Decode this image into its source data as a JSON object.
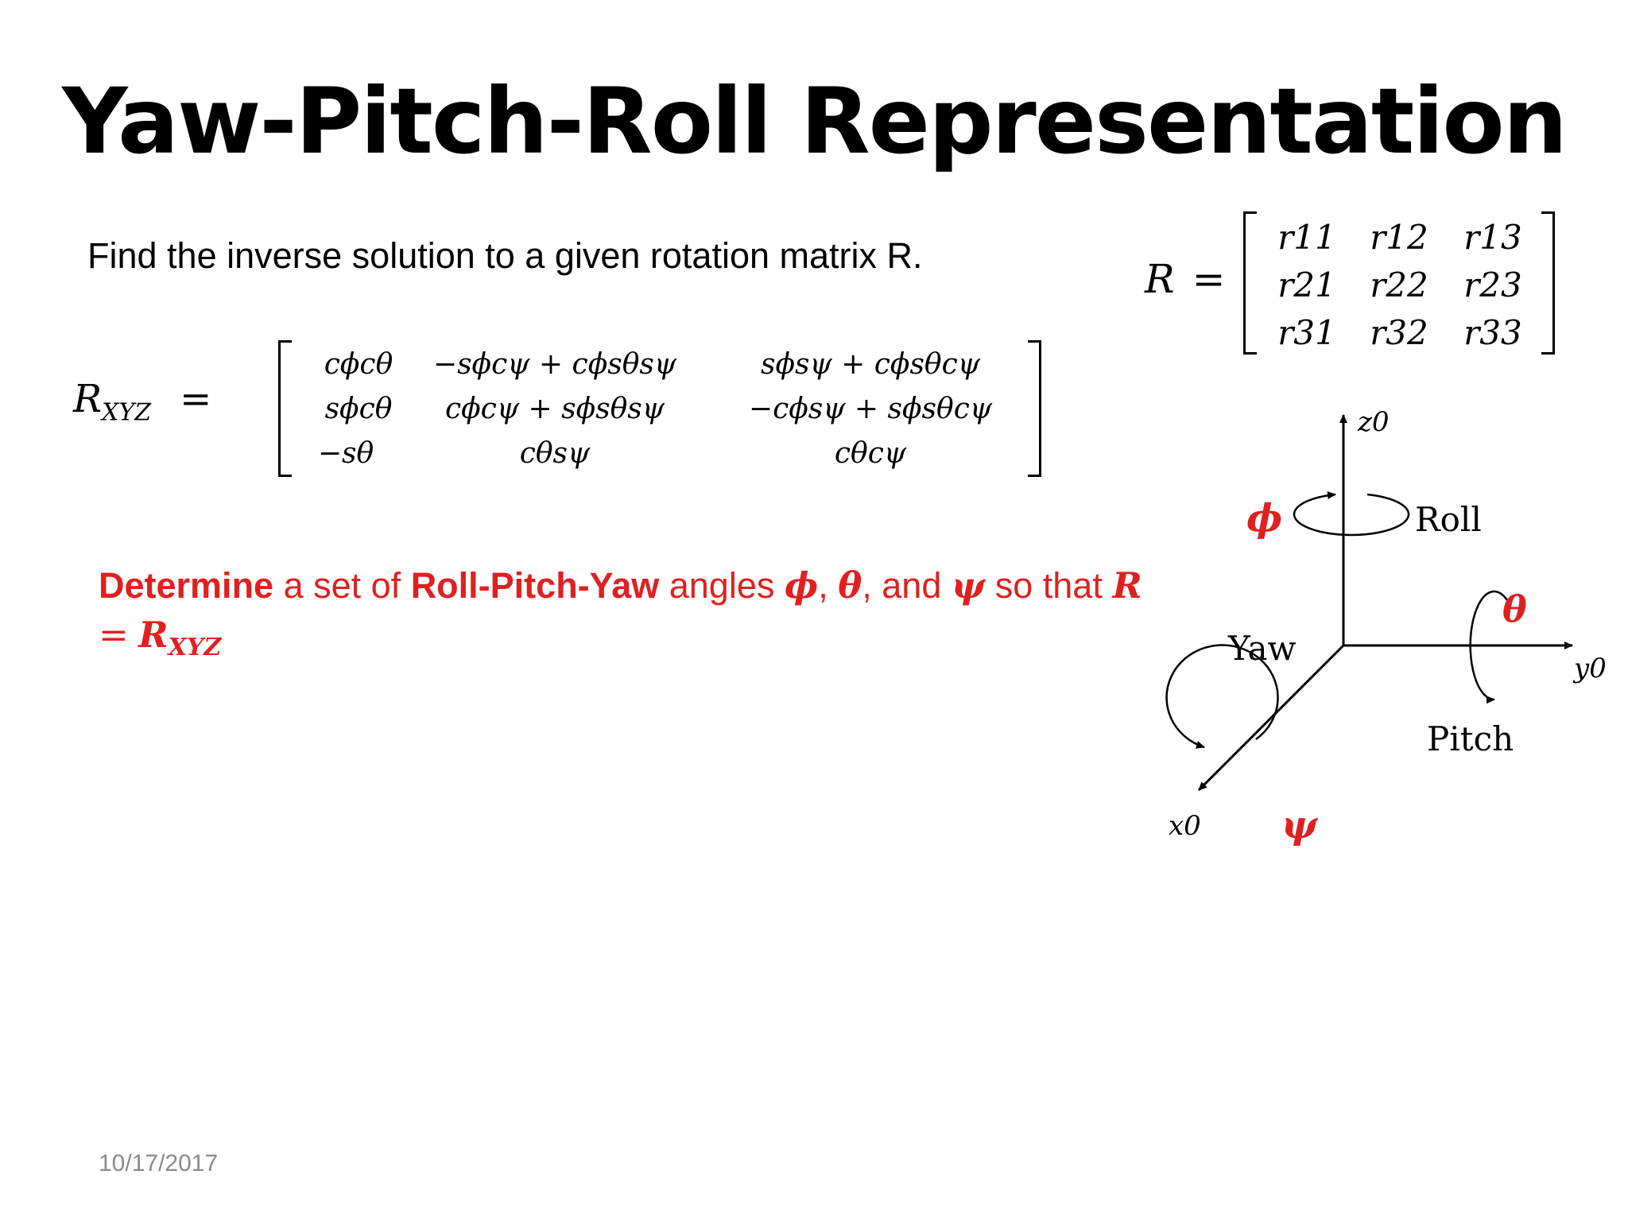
{
  "slide": {
    "title": "Yaw-Pitch-Roll Representation",
    "intro": "Find the inverse solution to a given rotation matrix R.",
    "r_matrix": {
      "lhs": "R",
      "eq": "=",
      "cells": [
        "r11",
        "r12",
        "r13",
        "r21",
        "r22",
        "r23",
        "r31",
        "r32",
        "r33"
      ]
    },
    "rxyz_matrix": {
      "lhs": "R",
      "lhs_sub": "XYZ",
      "eq": "=",
      "cells": [
        "cϕcθ",
        "−sϕcψ + cϕsθsψ",
        "sϕsψ + cϕsθcψ",
        "sϕcθ",
        "cϕcψ + sϕsθsψ",
        "−cϕsψ + sϕsθcψ",
        "−sθ",
        "cθsψ",
        "cθcψ"
      ]
    },
    "determine": {
      "part1": "Determine",
      "part2": " a set of ",
      "part3": "Roll-Pitch-Yaw",
      "part4": " angles ",
      "phi": "ϕ",
      "comma1": ", ",
      "theta": "θ",
      "comma2": ", and ",
      "psi": "ψ",
      "part5": " so that ",
      "R": "R",
      "eq": "=",
      "Rxyz": "R",
      "Rxyz_sub": "XYZ"
    },
    "footer_date": "10/17/2017"
  },
  "diagram": {
    "z_label": "z0",
    "y_label": "y0",
    "x_label": "x0",
    "roll_label": "Roll",
    "pitch_label": "Pitch",
    "yaw_label": "Yaw",
    "phi": "ϕ",
    "theta": "θ",
    "psi": "ψ",
    "accent_color": "#e02020"
  }
}
